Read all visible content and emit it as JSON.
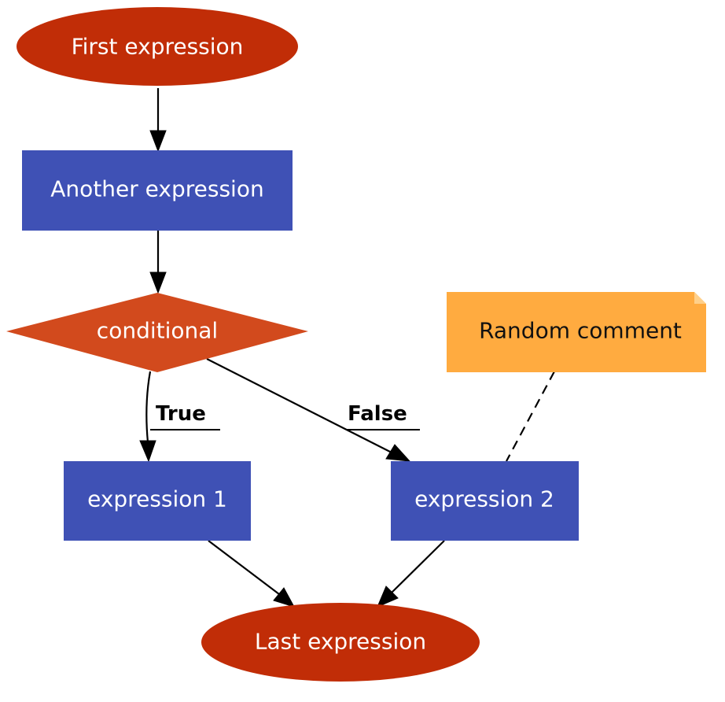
{
  "colors": {
    "terminal": "#c12d07",
    "process": "#3f51b5",
    "decision": "#d24a1d",
    "note": "#ffab40",
    "note_fold": "#ffd08a",
    "edge": "#000000",
    "text_light": "#ffffff",
    "text_dark": "#111111"
  },
  "nodes": {
    "first": {
      "label": "First expression",
      "shape": "ellipse"
    },
    "another": {
      "label": "Another expression",
      "shape": "rectangle"
    },
    "conditional": {
      "label": "conditional",
      "shape": "diamond"
    },
    "comment": {
      "label": "Random comment",
      "shape": "note"
    },
    "expr1": {
      "label": "expression 1",
      "shape": "rectangle"
    },
    "expr2": {
      "label": "expression 2",
      "shape": "rectangle"
    },
    "last": {
      "label": "Last expression",
      "shape": "ellipse"
    }
  },
  "edges": {
    "true_label": "True",
    "false_label": "False"
  }
}
